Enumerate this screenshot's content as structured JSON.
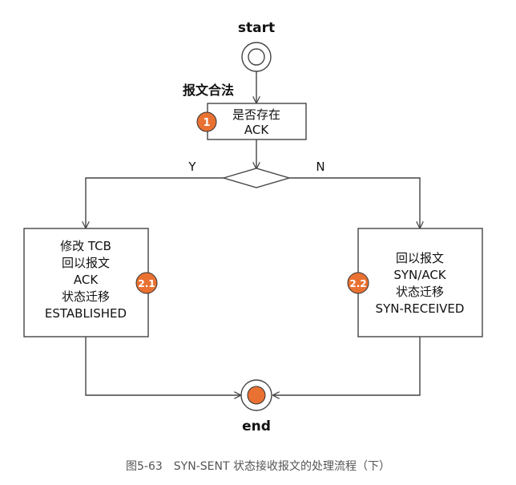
{
  "start_label": "start",
  "end_label": "end",
  "condition_label": "报文合法",
  "decision_box": {
    "lines": [
      "是否存在",
      "ACK"
    ],
    "badge": "1"
  },
  "branch_yes": "Y",
  "branch_no": "N",
  "left_box": {
    "lines": [
      "修改 TCB",
      "回以报文",
      "ACK",
      "状态迁移",
      "ESTABLISHED"
    ],
    "badge": "2.1"
  },
  "right_box": {
    "lines": [
      "回以报文",
      "SYN/ACK",
      "状态迁移",
      "SYN-RECEIVED"
    ],
    "badge": "2.2"
  },
  "caption": "图5-63　SYN-SENT 状态接收报文的处理流程（下）",
  "colors": {
    "badge_fill": "#E97132",
    "line": "#444444",
    "end_fill": "#E97132"
  }
}
